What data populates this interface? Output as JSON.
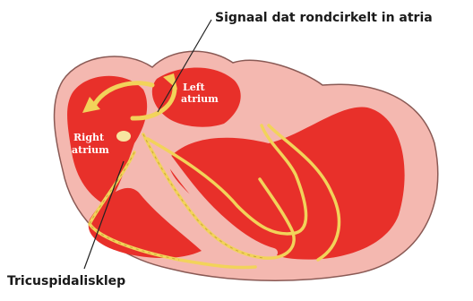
{
  "annotations": {
    "top": "Signaal dat rondcirkelt in atria",
    "bottom": "Tricuspidalisklep"
  },
  "chambers": {
    "left_atrium_line1": "Left",
    "left_atrium_line2": "atrium",
    "right_atrium_line1": "Right",
    "right_atrium_line2": "atrium"
  },
  "colors": {
    "outer_tissue": "#f4b8b0",
    "chamber_red": "#e8302a",
    "signal_yellow": "#f2d35a",
    "outline": "#8a5a55"
  }
}
